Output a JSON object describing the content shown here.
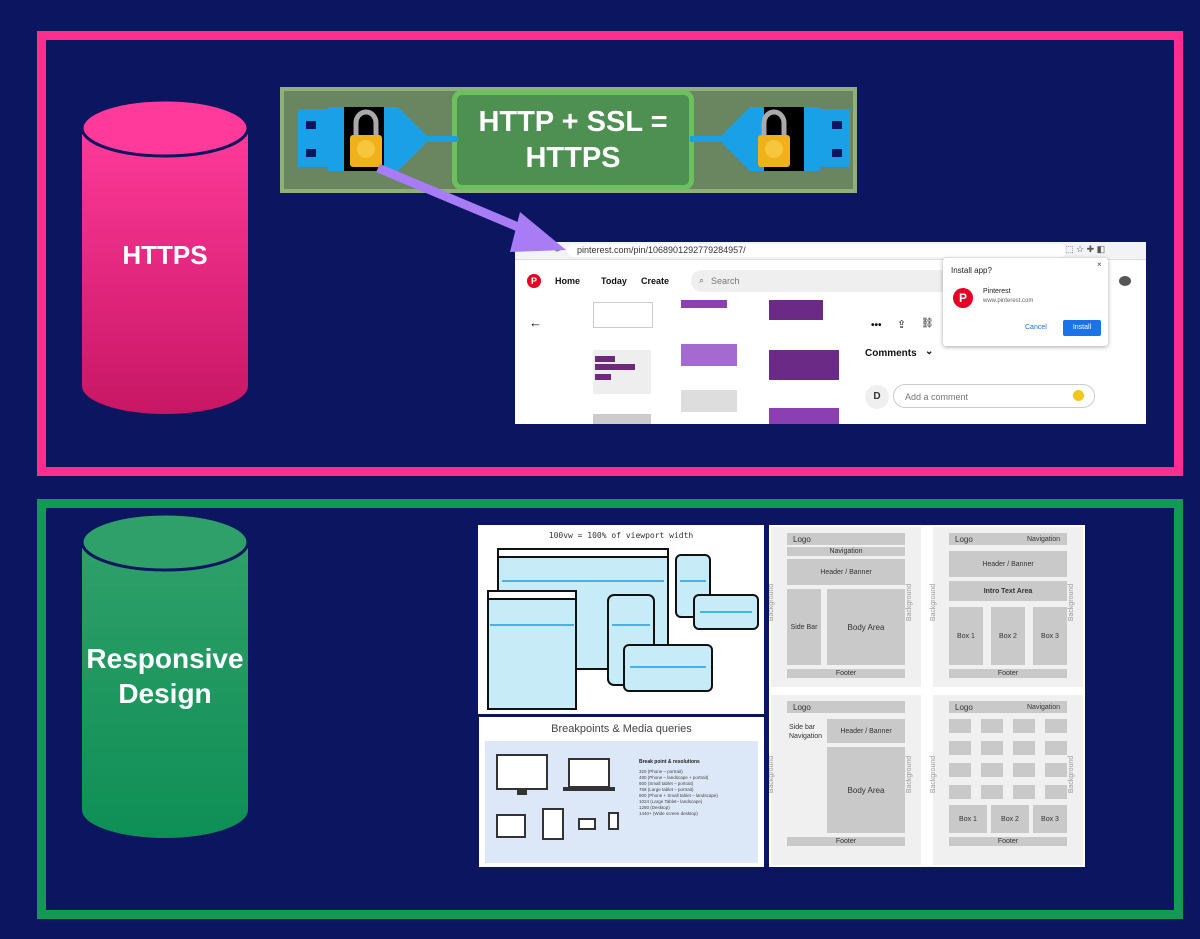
{
  "panels": {
    "https": {
      "cylinder_label": "HTTPS",
      "banner_text": "HTTP + SSL =\nHTTPS",
      "browser": {
        "url": "pinterest.com/pin/1068901292779284957/",
        "nav": [
          "Home",
          "Today",
          "Create"
        ],
        "search_placeholder": "Search",
        "comments_label": "Comments",
        "comment_placeholder": "Add a comment",
        "avatar_initial": "D",
        "popup": {
          "title": "Install app?",
          "app_name": "Pinterest",
          "app_url": "www.pinterest.com",
          "cancel": "Cancel",
          "install": "Install"
        }
      }
    },
    "responsive": {
      "cylinder_label_line1": "Responsive",
      "cylinder_label_line2": "Design",
      "viewport_title": "100vw = 100% of viewport width",
      "breakpoints_title": "Breakpoints & Media queries",
      "breakpoints_heading": "Break point & resolutions",
      "breakpoints": [
        "320 (Phone – portrait)",
        "480 (Phone – landscape + portrait)",
        "600 (Small tablet – portrait)",
        "768 (Large tablet – portrait)",
        "800 (Phone + Small tablet – landscape)",
        "1024 (Large Tablet– landscape)",
        "1280 (Desktop)",
        "1440+ (Wide screen desktop)"
      ],
      "layouts": {
        "logo": "Logo",
        "navigation": "Navigation",
        "header_banner": "Header / Banner",
        "side_bar": "Side Bar",
        "side_bar_navigation": "Side bar\nNavigation",
        "body_area": "Body Area",
        "footer": "Footer",
        "background": "Background",
        "intro_text": "Intro Text Area",
        "box1": "Box 1",
        "box2": "Box 2",
        "box3": "Box 3"
      }
    }
  },
  "colors": {
    "background": "#0b1560",
    "https_border": "#ff2d8e",
    "responsive_border": "#109a52",
    "https_cylinder": "#e8257f",
    "responsive_cylinder": "#17935a",
    "banner_green": "#4e8f52",
    "plug_blue": "#1aa0e6",
    "arrow_purple": "#a77cf5",
    "install_blue": "#1a73e8"
  }
}
